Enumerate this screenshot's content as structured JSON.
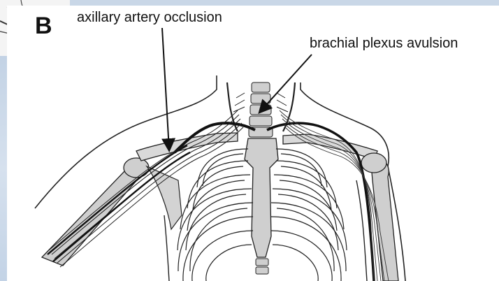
{
  "figure": {
    "panel_letter": "B",
    "annotations": [
      {
        "id": "axillary",
        "text": "axillary artery occlusion"
      },
      {
        "id": "brachial",
        "text": "brachial plexus avulsion"
      }
    ]
  }
}
